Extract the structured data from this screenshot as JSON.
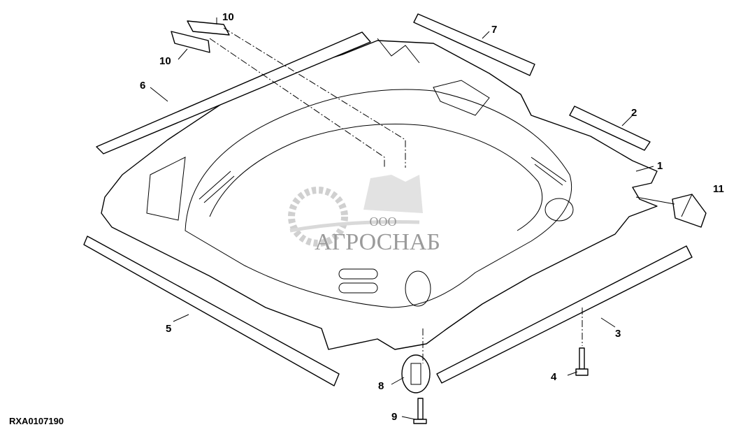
{
  "diagram": {
    "reference_code": "RXA0107190",
    "callouts": [
      "1",
      "2",
      "3",
      "4",
      "5",
      "6",
      "7",
      "8",
      "9",
      "10",
      "10",
      "11"
    ],
    "watermark": {
      "small": "ООО",
      "main": "АГРОСНАБ"
    }
  }
}
